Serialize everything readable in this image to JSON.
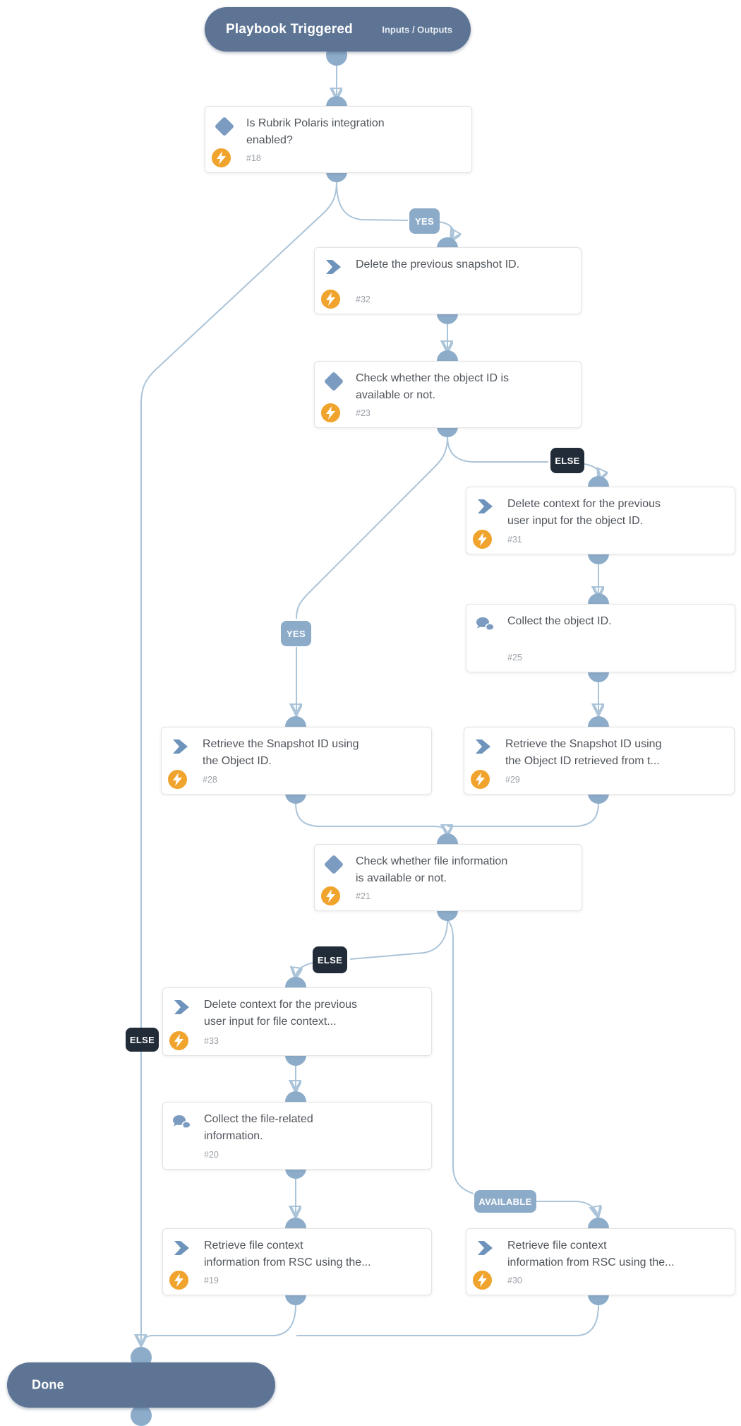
{
  "trigger": {
    "title": "Playbook Triggered",
    "io_link": "Inputs / Outputs"
  },
  "done_label": "Done",
  "labels": {
    "yes1": "YES",
    "else1": "ELSE",
    "yes2": "YES",
    "else2": "ELSE",
    "else3": "ELSE",
    "available": "AVAILABLE"
  },
  "nodes": {
    "n18": {
      "line1": "Is Rubrik Polaris integration",
      "line2": "enabled?",
      "num": "#18"
    },
    "n32": {
      "line1": "Delete the previous snapshot ID.",
      "line2": "",
      "num": "#32"
    },
    "n23": {
      "line1": "Check whether the object ID is",
      "line2": "available or not.",
      "num": "#23"
    },
    "n31": {
      "line1": "Delete context for the previous",
      "line2": "user input for the object ID.",
      "num": "#31"
    },
    "n25": {
      "line1": "Collect the object ID.",
      "line2": "",
      "num": "#25"
    },
    "n28": {
      "line1": "Retrieve the Snapshot ID using",
      "line2": "the Object ID.",
      "num": "#28"
    },
    "n29": {
      "line1": "Retrieve the Snapshot ID using",
      "line2": "the Object ID retrieved from t...",
      "num": "#29"
    },
    "n21": {
      "line1": "Check whether file information",
      "line2": "is available or not.",
      "num": "#21"
    },
    "n33": {
      "line1": "Delete context for the previous",
      "line2": "user input for file context...",
      "num": "#33"
    },
    "n20": {
      "line1": "Collect the file-related",
      "line2": "information.",
      "num": "#20"
    },
    "n19": {
      "line1": "Retrieve file context",
      "line2": "information from RSC using the...",
      "num": "#19"
    },
    "n30": {
      "line1": "Retrieve file context",
      "line2": "information from RSC using the...",
      "num": "#30"
    }
  },
  "colors": {
    "pill_bg": "#5d7494",
    "line": "#abc4d9",
    "dot": "#8cacca",
    "badge_blue": "#8cabc9",
    "badge_dark": "#222c39",
    "lightning": "#f0a42e",
    "icon_blue": "#7b9cc0",
    "title_text": "#50555b",
    "number_text": "#9ba1a8"
  }
}
